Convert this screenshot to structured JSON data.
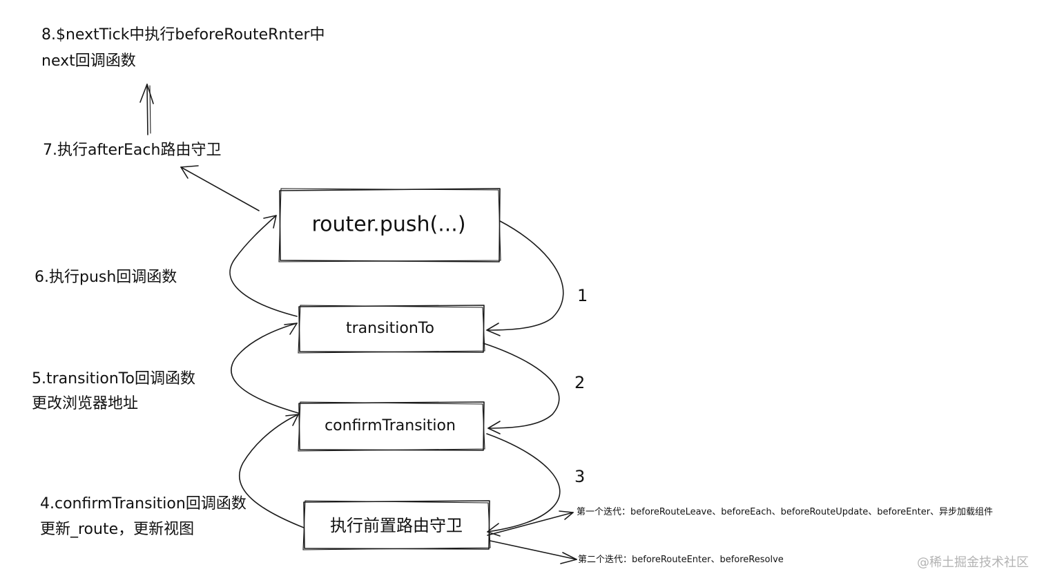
{
  "nodes": {
    "router_push": "router.push(...)",
    "transition_to": "transitionTo",
    "confirm_transition": "confirmTransition",
    "before_guards": "执行前置路由守卫"
  },
  "steps": {
    "s1": "1",
    "s2": "2",
    "s3": "3"
  },
  "notes": {
    "n4_line1": "4.confirmTransition回调函数",
    "n4_line2": "更新_route，更新视图",
    "n5_line1": "5.transitionTo回调函数",
    "n5_line2": "更改浏览器地址",
    "n6": "6.执行push回调函数",
    "n7": "7.执行afterEach路由守卫",
    "n8_line1": "8.$nextTick中执行beforeRouteRnter中",
    "n8_line2": "next回调函数"
  },
  "iterations": {
    "first": "第一个迭代：beforeRouteLeave、beforeEach、beforeRouteUpdate、beforeEnter、异步加载组件",
    "second": "第二个迭代：beforeRouteEnter、beforeResolve"
  },
  "watermark": "@稀土掘金技术社区",
  "colors": {
    "ink": "#1a1a1a",
    "watermark": "#b3b3b3",
    "background": "#ffffff"
  }
}
